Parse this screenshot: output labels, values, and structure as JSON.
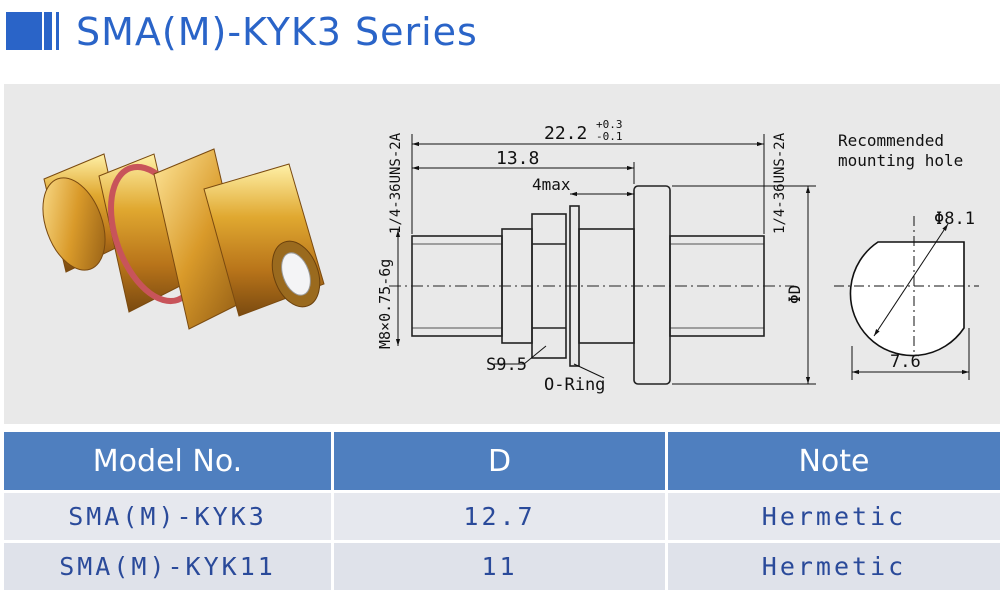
{
  "title": "SMA(M)-KYK3 Series",
  "colors": {
    "accent": "#2a64c8",
    "header_blue": "#4f7fbf",
    "row_a": "#e6e8ee",
    "row_b": "#dfe2ea",
    "text_blue": "#2a4a9a",
    "panel_bg": "#e9e9e9"
  },
  "drawing": {
    "thread_left": "1/4-36UNS-2A",
    "thread_right": "1/4-36UNS-2A",
    "thread_mount": "M8×0.75-6g",
    "dim_total": "22.2",
    "tol_upper": "+0.3",
    "tol_lower": "-0.1",
    "dim_13_8": "13.8",
    "dim_4max": "4max",
    "dim_d": "ΦD",
    "hex": "S9.5",
    "oring": "O-Ring",
    "hole_title_1": "Recommended",
    "hole_title_2": "mounting hole",
    "hole_dia": "Φ8.1",
    "hole_flat": "7.6"
  },
  "table": {
    "headers": [
      "Model No.",
      "D",
      "Note"
    ],
    "rows": [
      [
        "SMA(M)-KYK3",
        "12.7",
        "Hermetic"
      ],
      [
        "SMA(M)-KYK11",
        "11",
        "Hermetic"
      ]
    ]
  }
}
